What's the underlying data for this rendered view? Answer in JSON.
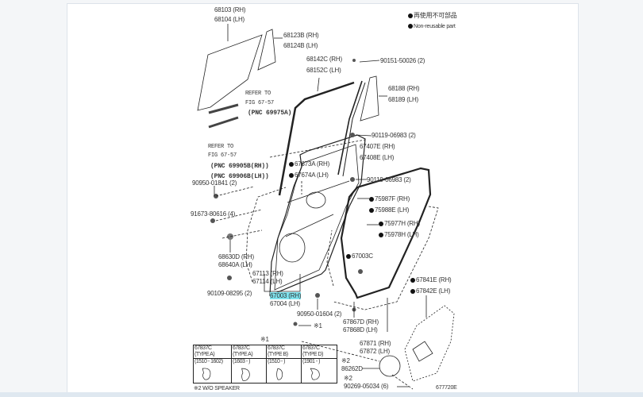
{
  "legend": {
    "jp": "再使用不可部品",
    "en": "Non-reusable part"
  },
  "labels": {
    "glass_rh": "68103 (RH)",
    "glass_lh": "68104 (LH)",
    "qglass_rh": "68123B (RH)",
    "qglass_lh": "68124B (LH)",
    "run_rh": "68142C (RH)",
    "run_lh": "68152C (LH)",
    "screw1": "90151-50026 (2)",
    "frame_rh": "68188 (RH)",
    "frame_lh": "68189 (LH)",
    "refer1_a": "REFER TO",
    "refer1_b": "FIG 67-57",
    "refer1_c": "(PNC 69975A)",
    "refer2_a": "REFER TO",
    "refer2_b": "FIG 67-57",
    "refer2_c": "(PNC 69905B(RH))",
    "refer2_d": "(PNC 69906B(LH))",
    "bolt1": "90119-06983 (2)",
    "chan_rh": "67407E (RH)",
    "chan_lh": "67408E (LH)",
    "seal_rh": "67673A (RH)",
    "seal_lh": "67674A (LH)",
    "bolt2": "90119-06983 (2)",
    "tape1_rh": "75987F (RH)",
    "tape1_lh": "75988E (LH)",
    "tape2_rh": "75977H (RH)",
    "tape2_lh": "75978H (LH)",
    "plug1": "90950-01841 (2)",
    "clip1": "91673-80616 (4)",
    "hinge_rh": "68630D (RH)",
    "hinge_lh": "68640A (LH)",
    "panel_rh": "67113 (RH)",
    "panel_lh": "67114 (LH)",
    "bolt3": "90109-08295 (2)",
    "door_rh": "67003 (RH)",
    "door_lh": "67004 (LH)",
    "plug2": "90950-01604 (2)",
    "plug3": "67003C",
    "cover_rh": "67841E (RH)",
    "cover_lh": "67842E (LH)",
    "clipw_rh": "67867D (RH)",
    "clipw_lh": "67868D (LH)",
    "ws_rh": "67871 (RH)",
    "ws_lh": "67872 (LH)",
    "note1": "※1",
    "spk_mark": "※2",
    "spk": "86262D",
    "scr_mark": "※2",
    "scr": "90269-05034 (6)",
    "footnote": "※2 W/O SPEAKER",
    "fig_id": "677720E"
  },
  "table": {
    "title": "※1",
    "columns": [
      {
        "part": "67837C",
        "type": "(TYPE A)",
        "range": "(1510 - 1602)"
      },
      {
        "part": "67837C",
        "type": "(TYPE A)",
        "range": "(1603 -      )"
      },
      {
        "part": "67837C",
        "type": "(TYPE B)",
        "range": "(1510 -      )"
      },
      {
        "part": "67837C",
        "type": "(TYPE D)",
        "range": "(1901 -      )"
      }
    ]
  },
  "colors": {
    "highlight": "#7fe3ee",
    "line": "#222222"
  }
}
